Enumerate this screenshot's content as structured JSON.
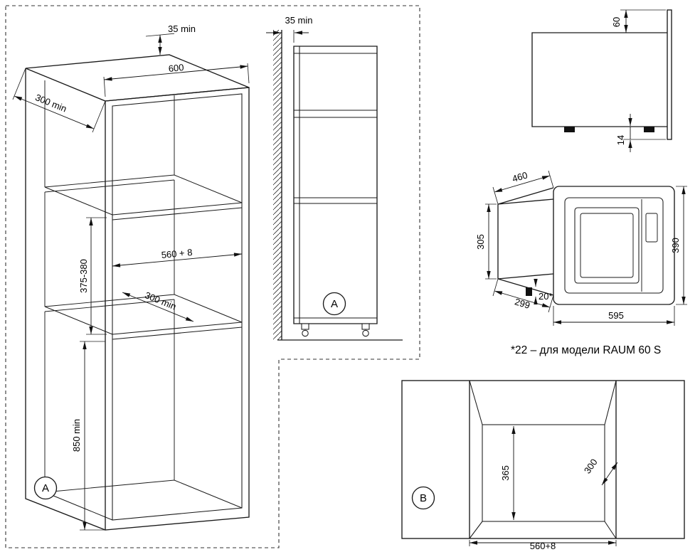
{
  "cabinet_front_view": {
    "wall_gap": "35 min",
    "width": "600",
    "depth": "300 min",
    "niche_width": "560 + 8",
    "niche_height": "375-380",
    "niche_depth": "300 min",
    "lower_height": "850 min",
    "view_label": "A"
  },
  "cabinet_side_view": {
    "wall_gap": "35 min",
    "view_label": "A"
  },
  "oven_side_view": {
    "top_overhang": "60",
    "bottom_overhang": "14"
  },
  "oven_3d_view": {
    "depth": "460",
    "body_height": "305",
    "bottom_depth": "299",
    "foot_height": "20*",
    "width": "595",
    "front_height": "390",
    "footnote": "*22 – для модели RAUM 60 S"
  },
  "niche_front_view": {
    "height": "365",
    "depth": "300",
    "width": "560+8",
    "view_label": "B"
  }
}
